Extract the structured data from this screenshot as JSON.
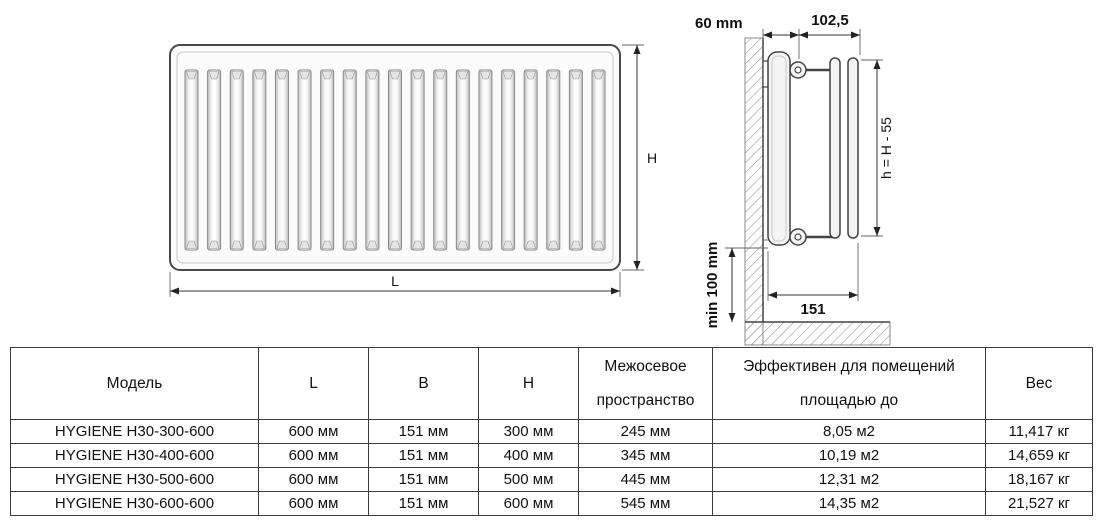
{
  "diagram": {
    "front": {
      "height_label": "H",
      "length_label": "L",
      "slat_count": 19
    },
    "side": {
      "depth_label": "60 mm",
      "pitch_label": "102,5",
      "inner_height_label": "h = H - 55",
      "floor_clearance_label": "min 100 mm",
      "total_depth_label": "151"
    }
  },
  "table": {
    "headers": {
      "model": "Модель",
      "l": "L",
      "b": "B",
      "h": "H",
      "spacing_line1": "Межосевое",
      "spacing_line2": "пространство",
      "area_line1": "Эффективен для помещений",
      "area_line2": "площадью до",
      "weight": "Вес"
    },
    "rows": [
      {
        "model": "HYGIENE H30-300-600",
        "l": "600 мм",
        "b": "151 мм",
        "h": "300 мм",
        "spacing": "245 мм",
        "area": "8,05 м2",
        "weight": "11,417 кг"
      },
      {
        "model": "HYGIENE H30-400-600",
        "l": "600 мм",
        "b": "151 мм",
        "h": "400 мм",
        "spacing": "345 мм",
        "area": "10,19 м2",
        "weight": "14,659 кг"
      },
      {
        "model": "HYGIENE H30-500-600",
        "l": "600 мм",
        "b": "151 мм",
        "h": "500 мм",
        "spacing": "445 мм",
        "area": "12,31 м2",
        "weight": "18,167 кг"
      },
      {
        "model": "HYGIENE H30-600-600",
        "l": "600 мм",
        "b": "151 мм",
        "h": "600 мм",
        "spacing": "545 мм",
        "area": "14,35 м2",
        "weight": "21,527 кг"
      }
    ]
  }
}
